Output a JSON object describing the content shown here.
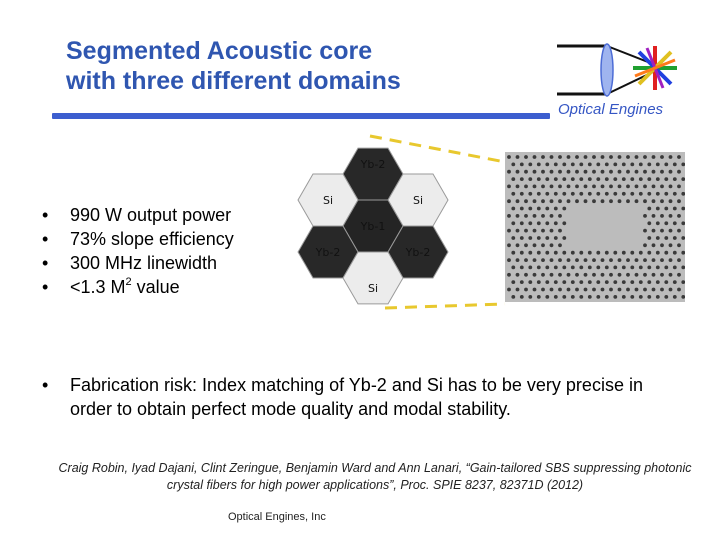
{
  "slide": {
    "title_line1": "Segmented Acoustic  core",
    "title_line2": "with three different domains",
    "brand": "Optical Engines",
    "bullets": [
      {
        "text": "990 W output power"
      },
      {
        "text": "73% slope efficiency"
      },
      {
        "text": "300 MHz linewidth"
      },
      {
        "before": "<1.3 M",
        "sup": "2",
        "after": " value"
      }
    ],
    "diagram": {
      "hexes": [
        {
          "label": "Yb-2",
          "role": "yb2"
        },
        {
          "label": "Si",
          "role": "si"
        },
        {
          "label": "Si",
          "role": "si"
        },
        {
          "label": "Yb-1",
          "role": "yb1"
        },
        {
          "label": "Yb-2",
          "role": "yb2"
        },
        {
          "label": "Yb-2",
          "role": "yb2"
        },
        {
          "label": "Si",
          "role": "si"
        }
      ],
      "colors": {
        "yb2": "#282828",
        "yb1": "#242424",
        "si": "#ececec",
        "connector": "#e8c82e"
      }
    },
    "risk": "Fabrication risk: Index matching of Yb-2 and Si has to be very precise in order to obtain perfect mode quality and modal stability.",
    "reference": "Craig Robin, Iyad Dajani, Clint Zeringue, Benjamin Ward and Ann Lanari, “Gain-tailored SBS suppressing photonic crystal fibers for high power applications”, Proc. SPIE 8237, 82371D (2012)",
    "footer": "Optical Engines, Inc",
    "accent": "#2f56b0"
  }
}
